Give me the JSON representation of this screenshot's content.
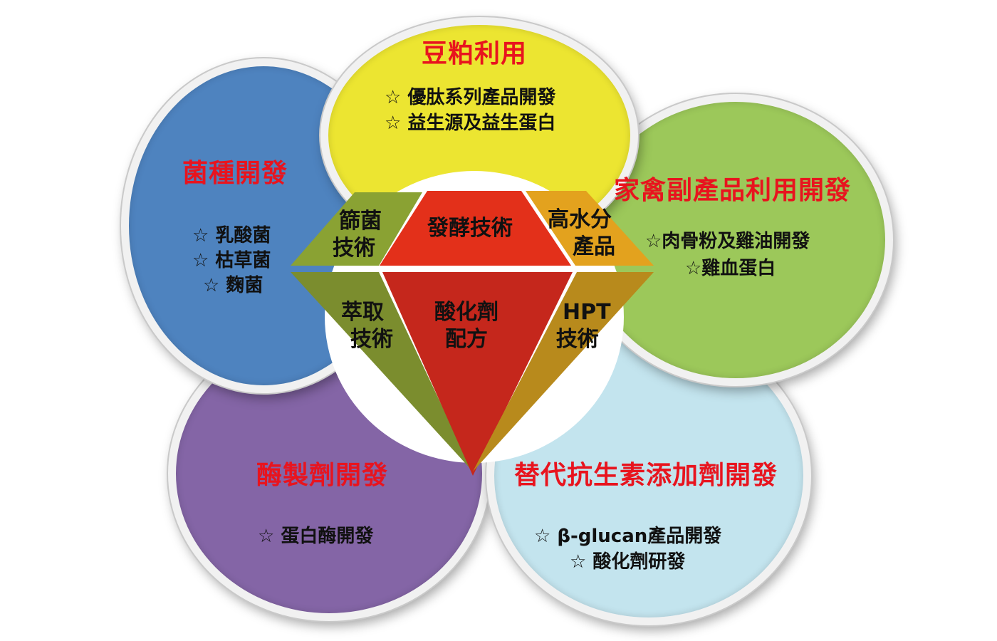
{
  "circles": {
    "top": {
      "title": "豆粕利用",
      "items": [
        "☆ 優肽系列產品開發",
        "☆ 益生源及益生蛋白"
      ],
      "color": "#ece531"
    },
    "left": {
      "title": "菌種開發",
      "items": [
        "☆ 乳酸菌",
        "☆ 枯草菌",
        "☆ 麴菌"
      ],
      "color": "#4e83bf"
    },
    "right": {
      "title": "家禽副產品利用開發",
      "items": [
        "☆肉骨粉及雞油開發",
        "☆雞血蛋白"
      ],
      "color": "#9cc85a"
    },
    "bottom_left": {
      "title": "酶製劑開發",
      "items": [
        "☆ 蛋白酶開發"
      ],
      "color": "#8465a6"
    },
    "bottom_right": {
      "title": "替代抗生素添加劑開發",
      "items": [
        "☆ β-glucan產品開發",
        "☆ 酸化劑研發"
      ],
      "color": "#c3e4ee"
    }
  },
  "gem": {
    "top_left": {
      "line1": "篩菌",
      "line2": "技術",
      "color": "#8aa233"
    },
    "top_center": {
      "line1": "發酵技術",
      "color": "#e3301a"
    },
    "top_right": {
      "line1": "高水分",
      "line2": "產品",
      "color": "#e3a21e"
    },
    "bottom_left": {
      "line1": "萃取",
      "line2": "技術",
      "color": "#7b8d2e"
    },
    "bottom_center": {
      "line1": "酸化劑",
      "line2": "配方",
      "color": "#c5271c"
    },
    "bottom_right": {
      "line1": "HPT",
      "line2": "技術",
      "color": "#b88a1c"
    }
  }
}
